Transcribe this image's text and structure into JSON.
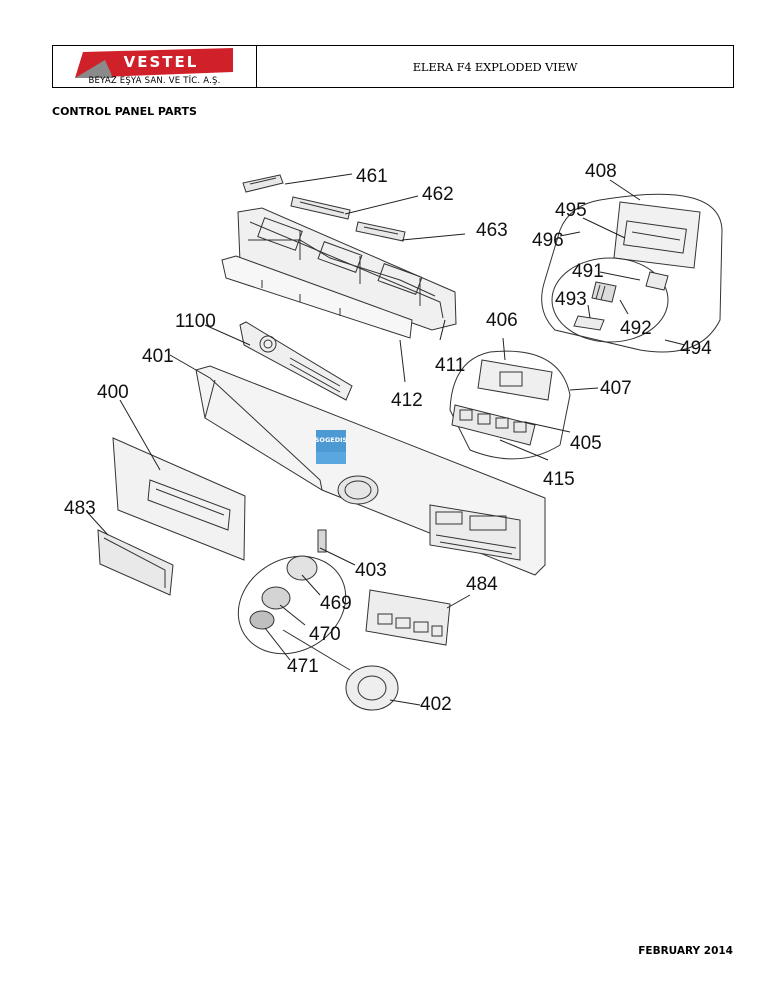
{
  "header": {
    "brand": "VESTEL",
    "company": "BEYAZ EŞYA SAN. VE TİC. A.Ş.",
    "title": "ELERA F4 EXPLODED VIEW",
    "brand_color": "#d0202a"
  },
  "section_title": "CONTROL PANEL PARTS",
  "watermark": "SOGEDIS",
  "callouts": {
    "p461": "461",
    "p462": "462",
    "p463": "463",
    "p408": "408",
    "p495": "495",
    "p496": "496",
    "p491": "491",
    "p493": "493",
    "p492": "492",
    "p494": "494",
    "p1100": "1100",
    "p406": "406",
    "p401": "401",
    "p411": "411",
    "p412": "412",
    "p407": "407",
    "p400": "400",
    "p405": "405",
    "p415": "415",
    "p483": "483",
    "p403": "403",
    "p484": "484",
    "p469": "469",
    "p470": "470",
    "p471": "471",
    "p402": "402"
  },
  "footer": {
    "date": "FEBRUARY 2014"
  }
}
